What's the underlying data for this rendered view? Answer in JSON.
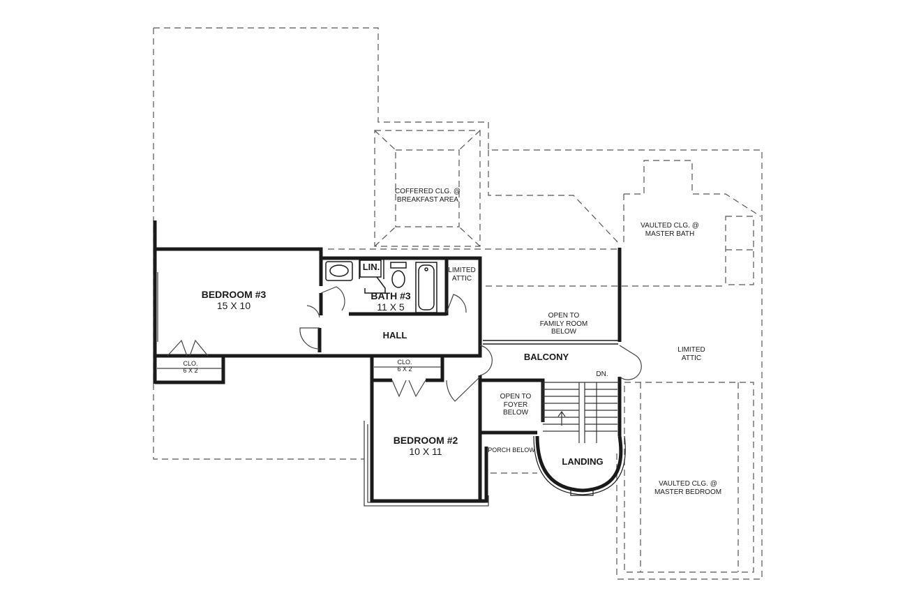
{
  "plan": {
    "rooms": {
      "bedroom3": {
        "name": "BEDROOM #3",
        "size": "15 x 10"
      },
      "bath3": {
        "name": "BATH #3",
        "size": "11 x 5"
      },
      "bedroom2": {
        "name": "BEDROOM #2",
        "size": "10 x 11"
      }
    },
    "labels": {
      "lin": "LIN.",
      "limited_attic_upper_l1": "LIMITED",
      "limited_attic_upper_l2": "ATTIC",
      "limited_attic_right_l1": "LIMITED",
      "limited_attic_right_l2": "ATTIC",
      "hall": "HALL",
      "balcony": "BALCONY",
      "landing": "LANDING",
      "down": "DN.",
      "clo_bed3": "CLO.",
      "clo_bed3_size": "6 x 2",
      "clo_bed2": "CLO.",
      "clo_bed2_size": "6 x 2",
      "coffered_l1": "COFFERED CLG. @",
      "coffered_l2": "BREAKFAST AREA",
      "vaulted_bath_l1": "VAULTED CLG. @",
      "vaulted_bath_l2": "MASTER BATH",
      "vaulted_bed_l1": "VAULTED CLG. @",
      "vaulted_bed_l2": "MASTER BEDROOM",
      "open_family_l1": "OPEN TO",
      "open_family_l2": "FAMILY ROOM",
      "open_family_l3": "BELOW",
      "open_foyer_l1": "OPEN TO",
      "open_foyer_l2": "FOYER",
      "open_foyer_l3": "BELOW",
      "porch_below": "PORCH BELOW"
    }
  }
}
